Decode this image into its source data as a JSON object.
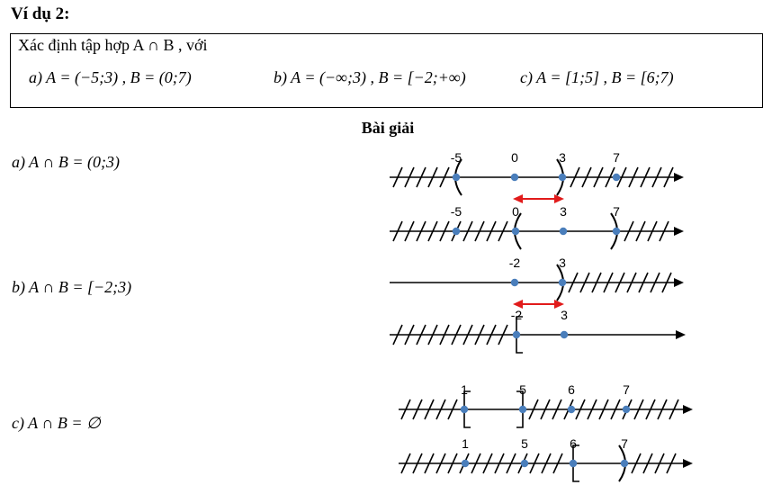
{
  "heading": "Ví dụ 2:",
  "problem": {
    "statement": "Xác định tập hợp A ∩ B , với",
    "parts": [
      "a) A = (−5;3) , B = (0;7)",
      "b) A = (−∞;3) , B = [−2;+∞)",
      "c) A = [1;5] , B = [6;7)"
    ]
  },
  "solution_title": "Bài giải",
  "answers": [
    "a) A ∩ B = (0;3)",
    "b) A ∩ B = [−2;3)",
    "c) A ∩ B = ∅"
  ],
  "colors": {
    "point": "#4a7ebb",
    "intersection_arrow": "#e11b1b",
    "line": "#000000"
  },
  "number_lines": [
    {
      "labels": [
        "-5",
        "0",
        "3",
        "7"
      ],
      "values": [
        -5,
        0,
        3,
        7
      ],
      "kept_interval": "(-5;3)",
      "brackets": [
        {
          "at": -5,
          "type": "open-left"
        },
        {
          "at": 3,
          "type": "open-right"
        }
      ],
      "intersection_arrow": [
        0,
        3
      ]
    },
    {
      "labels": [
        "-5",
        "0",
        "3",
        "7"
      ],
      "values": [
        -5,
        0,
        3,
        7
      ],
      "kept_interval": "(0;7)",
      "brackets": [
        {
          "at": 0,
          "type": "open-left"
        },
        {
          "at": 7,
          "type": "open-right"
        }
      ]
    },
    {
      "labels": [
        "-2",
        "3"
      ],
      "values": [
        -2,
        3
      ],
      "kept_interval": "(-∞;3)",
      "brackets": [
        {
          "at": 3,
          "type": "open-right"
        }
      ],
      "intersection_arrow": [
        -2,
        3
      ]
    },
    {
      "labels": [
        "-2",
        "3"
      ],
      "values": [
        -2,
        3
      ],
      "kept_interval": "[-2;+∞)",
      "brackets": [
        {
          "at": -2,
          "type": "closed-left"
        }
      ]
    },
    {
      "labels": [
        "1",
        "5",
        "6",
        "7"
      ],
      "values": [
        1,
        5,
        6,
        7
      ],
      "kept_interval": "[1;5]",
      "brackets": [
        {
          "at": 1,
          "type": "closed-left"
        },
        {
          "at": 5,
          "type": "closed-right"
        }
      ]
    },
    {
      "labels": [
        "1",
        "5",
        "6",
        "7"
      ],
      "values": [
        1,
        5,
        6,
        7
      ],
      "kept_interval": "[6;7)",
      "brackets": [
        {
          "at": 6,
          "type": "closed-left"
        },
        {
          "at": 7,
          "type": "open-right"
        }
      ]
    }
  ]
}
